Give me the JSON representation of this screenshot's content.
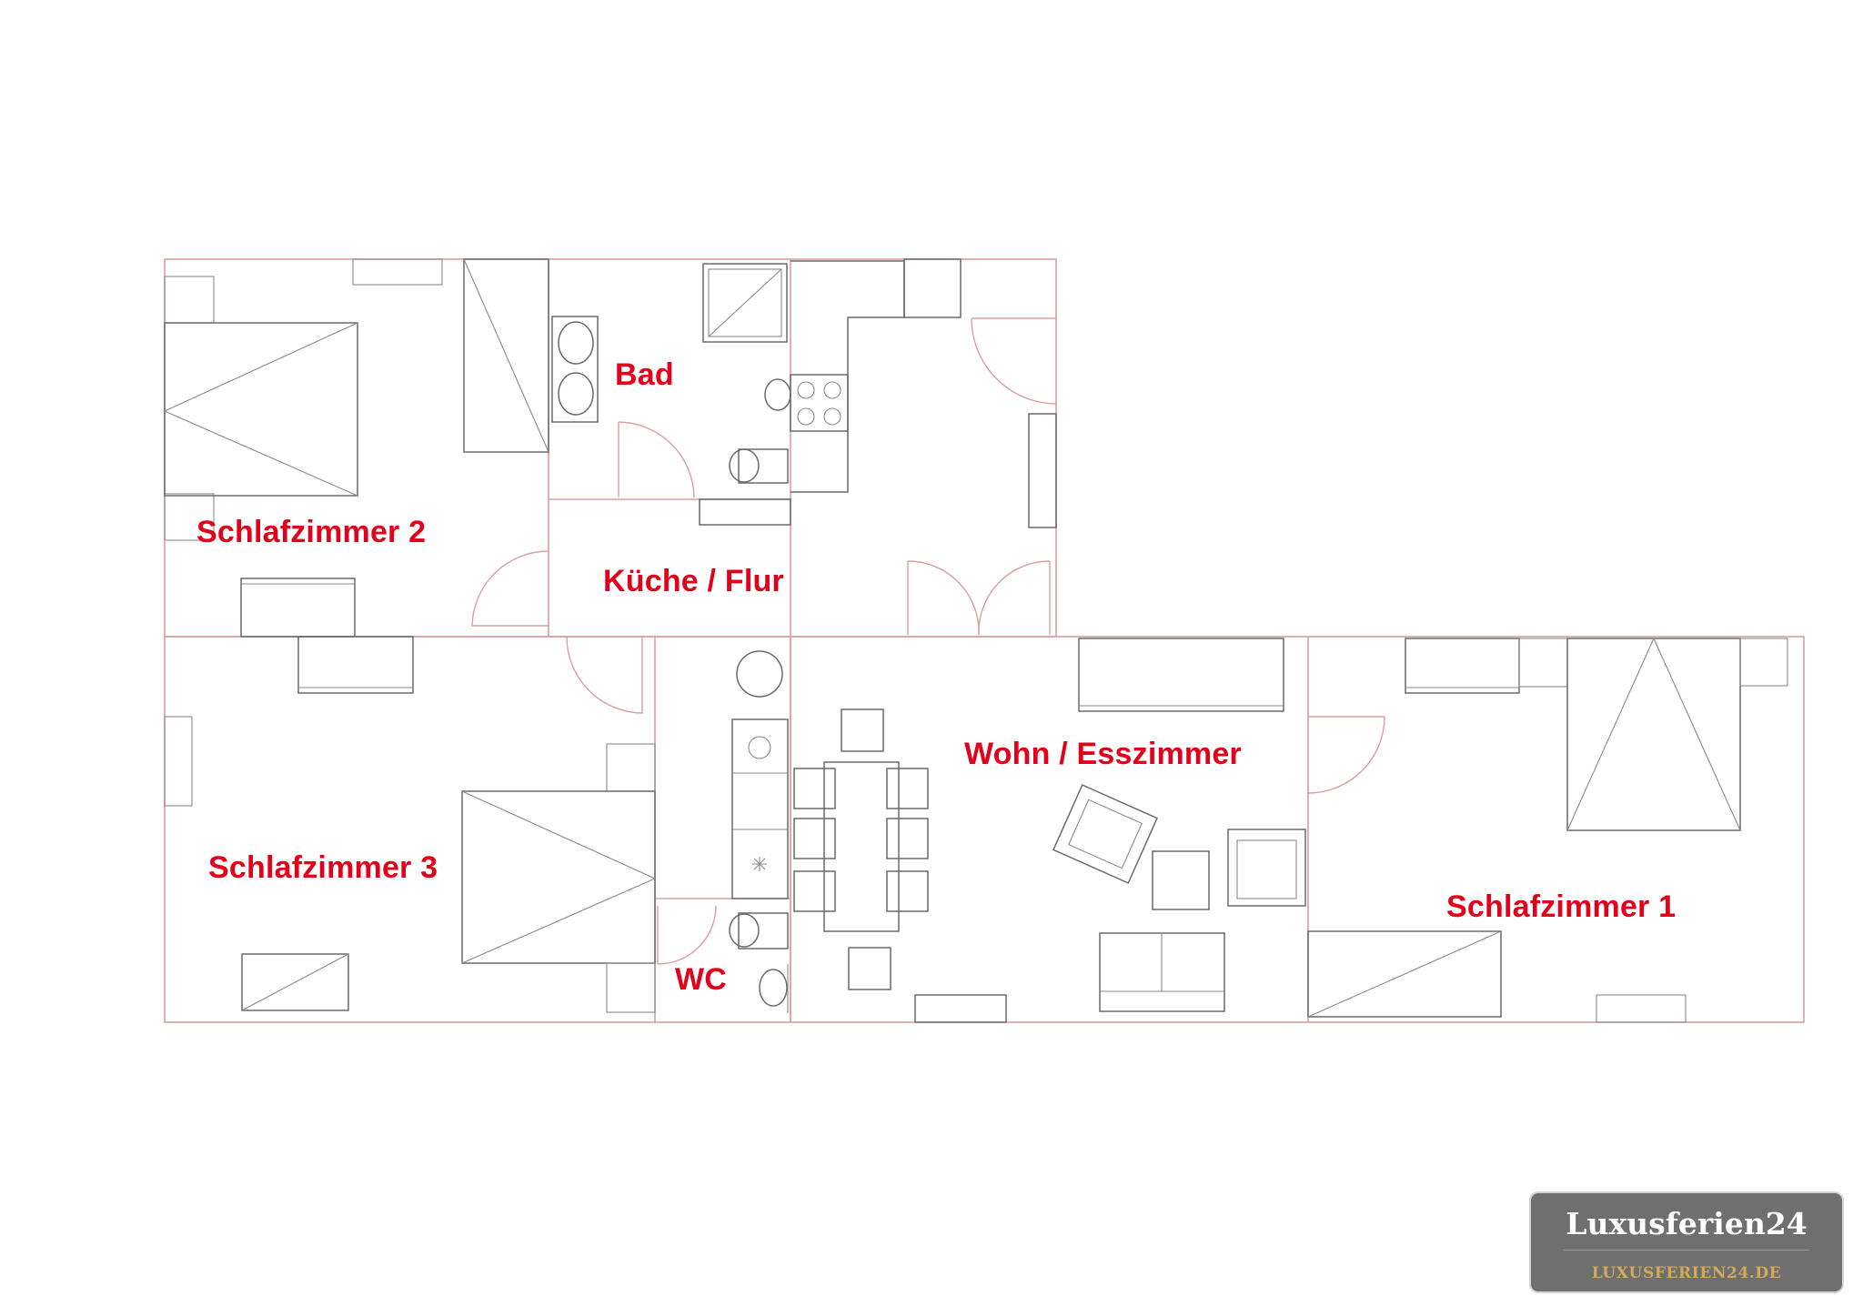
{
  "rooms": {
    "schlafzimmer_2": "Schlafzimmer 2",
    "bad": "Bad",
    "kueche_flur": "Küche / Flur",
    "schlafzimmer_3": "Schlafzimmer 3",
    "wc": "WC",
    "wohn_esszimmer": "Wohn / Esszimmer",
    "schlafzimmer_1": "Schlafzimmer 1"
  },
  "brand": {
    "name": "Luxusferien24",
    "url": "LUXUSFERIEN24.DE"
  },
  "colors": {
    "label": "#e2001a",
    "wall": "#d9a0a0",
    "furniture": "#6a6a6a",
    "brand_box": "#6f6f6f",
    "brand_url": "#d3a95b"
  }
}
